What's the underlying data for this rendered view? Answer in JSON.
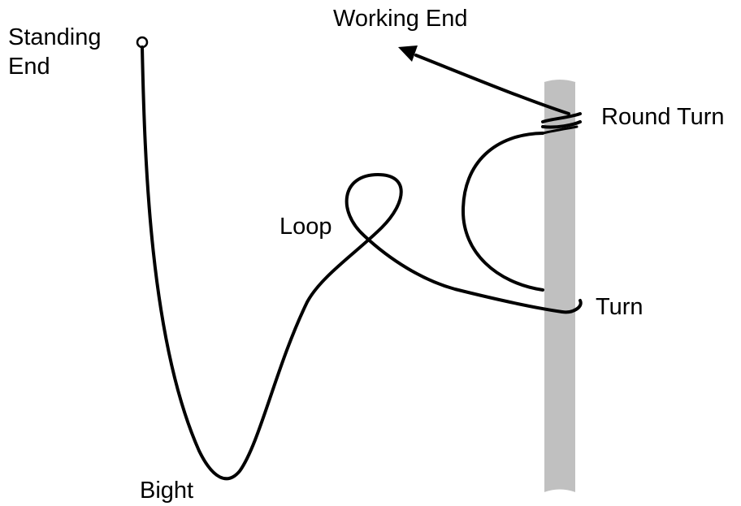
{
  "labels": {
    "standing_end_line1": "Standing",
    "standing_end_line2": "End",
    "working_end": "Working End",
    "round_turn": "Round Turn",
    "loop": "Loop",
    "turn": "Turn",
    "bight": "Bight"
  },
  "colors": {
    "rope": "#000000",
    "post": "#c0c0c0",
    "background": "#ffffff"
  }
}
